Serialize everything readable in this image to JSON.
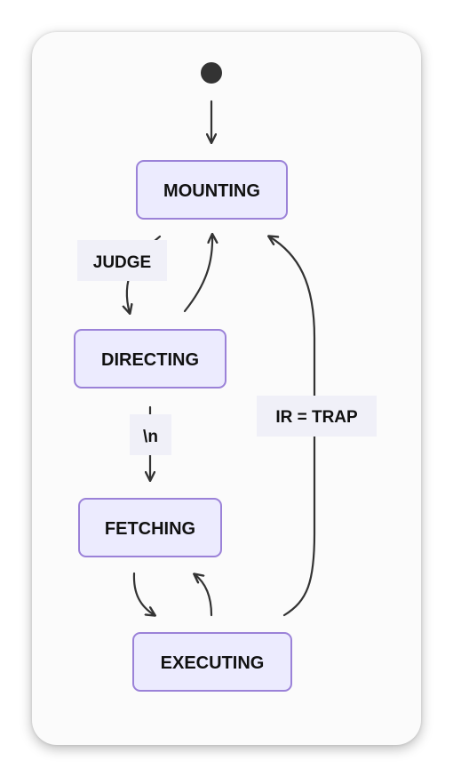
{
  "diagram": {
    "states": {
      "mounting": "MOUNTING",
      "directing": "DIRECTING",
      "fetching": "FETCHING",
      "executing": "EXECUTING"
    },
    "edges": {
      "judge": "JUDGE",
      "newline": "\\n",
      "ir_trap": "IR = TRAP"
    },
    "colors": {
      "state_fill": "#ECEBFE",
      "state_border": "#9B82D8",
      "edge": "#333333",
      "label_bg": "#F0F0F8"
    }
  }
}
